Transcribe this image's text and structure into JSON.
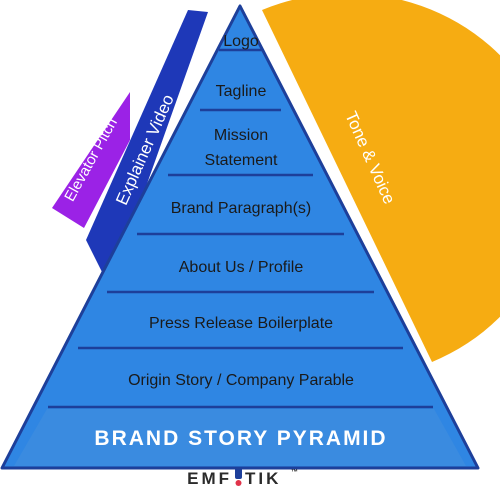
{
  "diagram": {
    "title": "BRAND STORY PYRAMID",
    "levels": [
      {
        "lines": [
          "Logo"
        ]
      },
      {
        "lines": [
          "Tagline"
        ]
      },
      {
        "lines": [
          "Mission",
          "Statement"
        ]
      },
      {
        "lines": [
          "Brand Paragraph(s)"
        ]
      },
      {
        "lines": [
          "About Us / Profile"
        ]
      },
      {
        "lines": [
          "Press Release Boilerplate"
        ]
      },
      {
        "lines": [
          "Origin Story / Company Parable"
        ]
      }
    ],
    "side_labels": {
      "elevator_pitch": "Elevator Pitch",
      "explainer_video": "Explainer Video",
      "tone_voice": "Tone & Voice"
    }
  },
  "logo": {
    "text_left": "EMF",
    "text_right": "TIK",
    "trademark": "™"
  },
  "colors": {
    "pyramid_blue": "#2f86e3",
    "pyramid_edge": "#1d3f9a",
    "base_band": "#3a8be0",
    "explainer_navy": "#1e38b8",
    "elevator_purple": "#9b22e6",
    "tone_orange": "#f6ac12",
    "title_text": "#ffffff"
  }
}
